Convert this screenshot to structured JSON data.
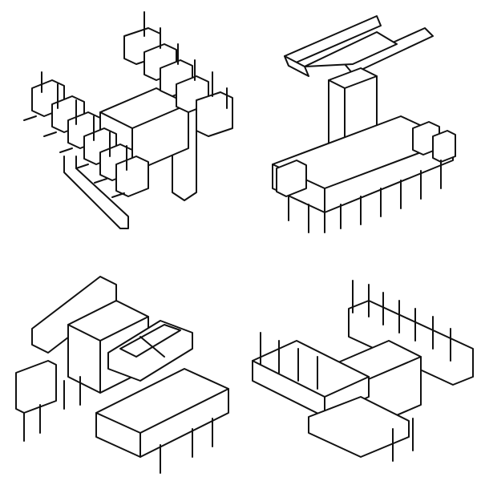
{
  "figures": [
    {
      "id": "bobbin-horizontal-pins",
      "icon": "transformer-bobbin-icon"
    },
    {
      "id": "bobbin-vertical-flanged",
      "icon": "transformer-bobbin-icon"
    },
    {
      "id": "bobbin-low-profile",
      "icon": "transformer-bobbin-icon"
    },
    {
      "id": "bobbin-vertical-slotted",
      "icon": "transformer-bobbin-icon"
    }
  ],
  "colors": {
    "line": "#111111",
    "background": "#ffffff"
  }
}
